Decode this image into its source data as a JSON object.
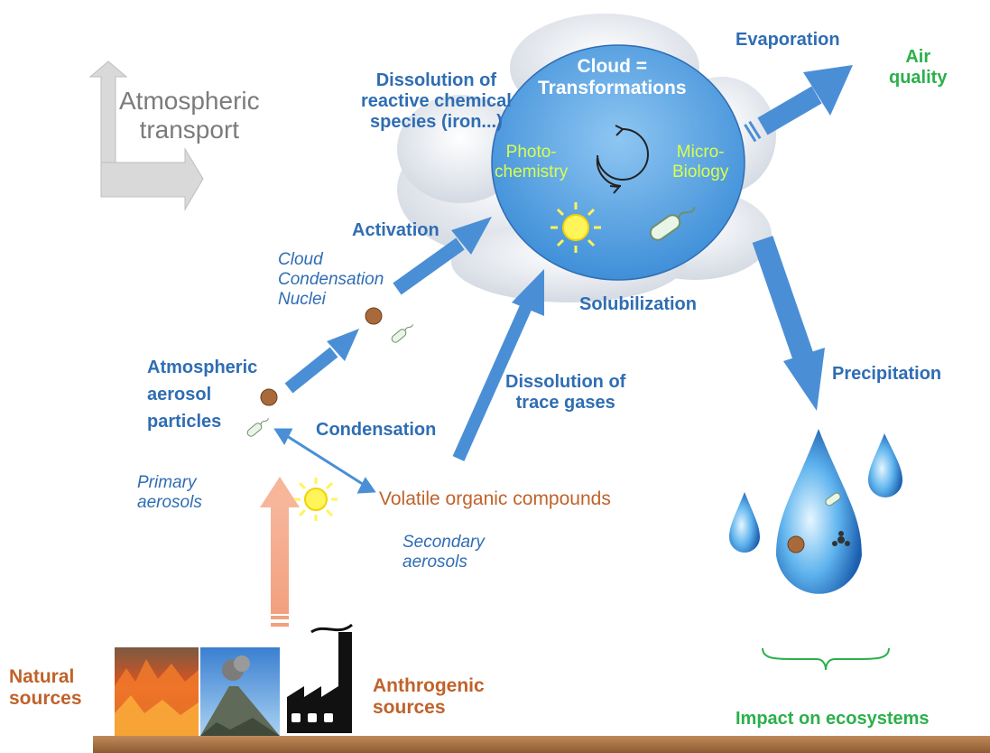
{
  "labels": {
    "atmospheric_transport": "Atmospheric\ntransport",
    "dissolution_reactive": "Dissolution of\nreactive chemical\nspecies (iron...)",
    "cloud_title": "Cloud =\nTransformations",
    "photochemistry": "Photo-\nchemistry",
    "microbiology": "Micro-\nBiology",
    "evaporation": "Evaporation",
    "air_quality": "Air\nquality",
    "activation": "Activation",
    "ccn": "Cloud\nCondensation\nNuclei",
    "solubilization": "Solubilization",
    "atmospheric_aerosol": "Atmospheric\naerosol\nparticles",
    "dissolution_trace": "Dissolution of\ntrace gases",
    "precipitation": "Precipitation",
    "condensation": "Condensation",
    "primary_aerosols": "Primary\naerosols",
    "voc": "Volatile organic compounds",
    "secondary_aerosols": "Secondary\naerosols",
    "natural_sources": "Natural\nsources",
    "anthropogenic_sources": "Anthrogenic\nsources",
    "impact_ecosystems": "Impact on ecosystems"
  },
  "icons": [
    "fire-icon",
    "volcano-icon",
    "factory-icon",
    "sun-icon",
    "bacteria-icon",
    "aerosol-particle-icon",
    "cycle-icon",
    "water-drop-icon"
  ],
  "colors": {
    "label_blue": "#2f6db3",
    "arrow_blue": "#4a8fd6",
    "orange": "#c0622a",
    "green": "#2bb04a",
    "grey": "#7b7b7b",
    "ground": "#b07a4e"
  }
}
